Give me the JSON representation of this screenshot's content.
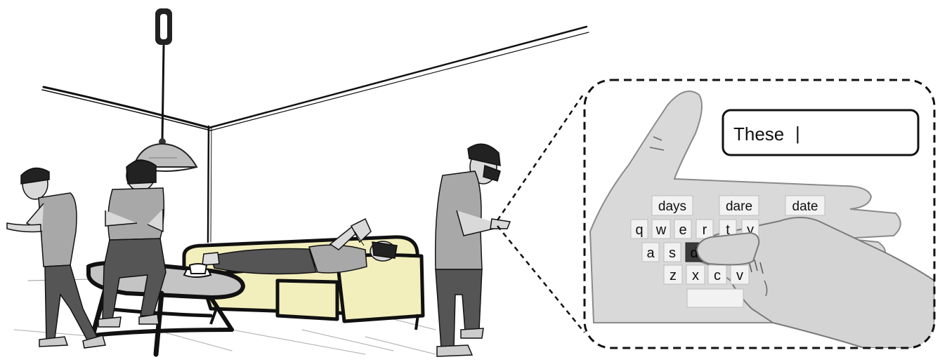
{
  "inset": {
    "text_field_value": "These",
    "cursor_glyph": "|",
    "suggestions": [
      "days",
      "dare",
      "date"
    ],
    "keyboard_rows": [
      [
        "q",
        "w",
        "e",
        "r",
        "t",
        "y"
      ],
      [
        "a",
        "s",
        "d"
      ],
      [
        "z",
        "x",
        "c",
        "v"
      ]
    ],
    "pressed_key": "d"
  },
  "colors": {
    "ink": "#111111",
    "skin": "#d9d9d9",
    "sofa": "#f3efbd",
    "shirt": "#a8a8a8",
    "pants": "#555555",
    "key_fill": "#f2f2f2",
    "key_pressed": "#3a3a3a"
  }
}
